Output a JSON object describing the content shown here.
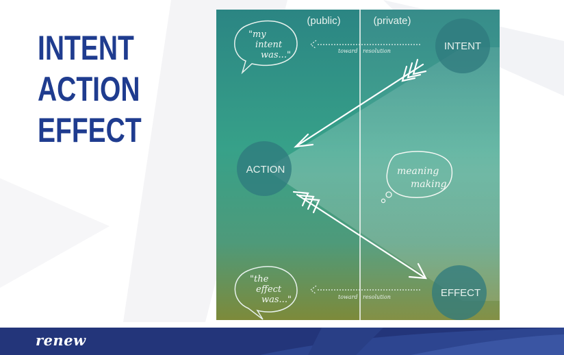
{
  "heading": {
    "lines": [
      "INTENT",
      "ACTION",
      "EFFECT"
    ]
  },
  "diagram": {
    "column_public": "(public)",
    "column_private": "(private)",
    "nodes": {
      "intent": "INTENT",
      "action": "ACTION",
      "effect": "EFFECT"
    },
    "bubble_top": {
      "line1": "\"my",
      "line2": "intent",
      "line3": "was...\""
    },
    "bubble_bottom": {
      "line1": "\"the",
      "line2": "effect",
      "line3": "was...\""
    },
    "thought": {
      "line1": "meaning",
      "line2": "making"
    },
    "arrow_top_label": {
      "part1": "toward",
      "part2": "resolution"
    },
    "arrow_bottom_label": {
      "part1": "toward",
      "part2": "resolution"
    }
  },
  "footer": {
    "logo": "renew"
  },
  "colors": {
    "heading": "#1f3c8f",
    "footer": "#23357a",
    "teal_top": "#2a8a83",
    "olive_bottom": "#7d8a3a"
  }
}
